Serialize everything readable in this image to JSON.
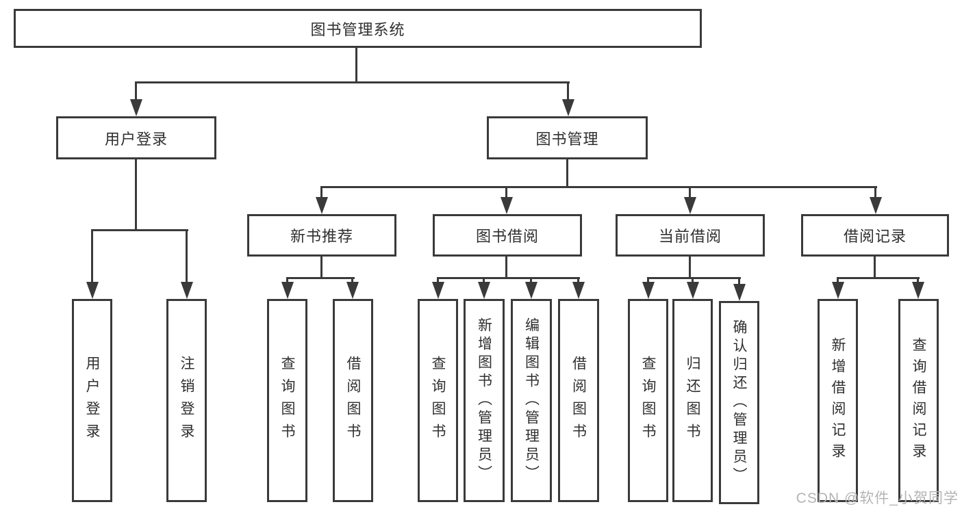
{
  "nodes": {
    "l1": {
      "root": {
        "label": "图书管理系统"
      }
    },
    "l2": {
      "user_login": {
        "label": "用户登录"
      },
      "book_mgmt": {
        "label": "图书管理"
      }
    },
    "l3": {
      "new_books": {
        "label": "新书推荐"
      },
      "book_borrow": {
        "label": "图书借阅"
      },
      "current_borrow": {
        "label": "当前借阅"
      },
      "borrow_records": {
        "label": "借阅记录"
      }
    },
    "leaves": {
      "user_login": {
        "label": "用户登录"
      },
      "logout": {
        "label": "注销登录"
      },
      "nb_query_books": {
        "label": "查询图书"
      },
      "nb_borrow_books": {
        "label": "借阅图书"
      },
      "bb_query_books": {
        "label": "查询图书"
      },
      "bb_add_books": {
        "label": "新增图书（管理员）"
      },
      "bb_edit_books": {
        "label": "编辑图书（管理员）"
      },
      "bb_borrow_books": {
        "label": "借阅图书"
      },
      "cb_query_books": {
        "label": "查询图书"
      },
      "cb_return_books": {
        "label": "归还图书"
      },
      "cb_confirm_return": {
        "label": "确认归还（管理员）"
      },
      "br_add_record": {
        "label": "新增借阅记录"
      },
      "br_query_record": {
        "label": "查询借阅记录"
      }
    }
  },
  "watermark": {
    "text": "CSDN @软件_小贺同学"
  },
  "colors": {
    "line": "#3a3a3a",
    "text": "#2f2f2f",
    "watermark": "#b4b4b4",
    "background": "#ffffff"
  }
}
